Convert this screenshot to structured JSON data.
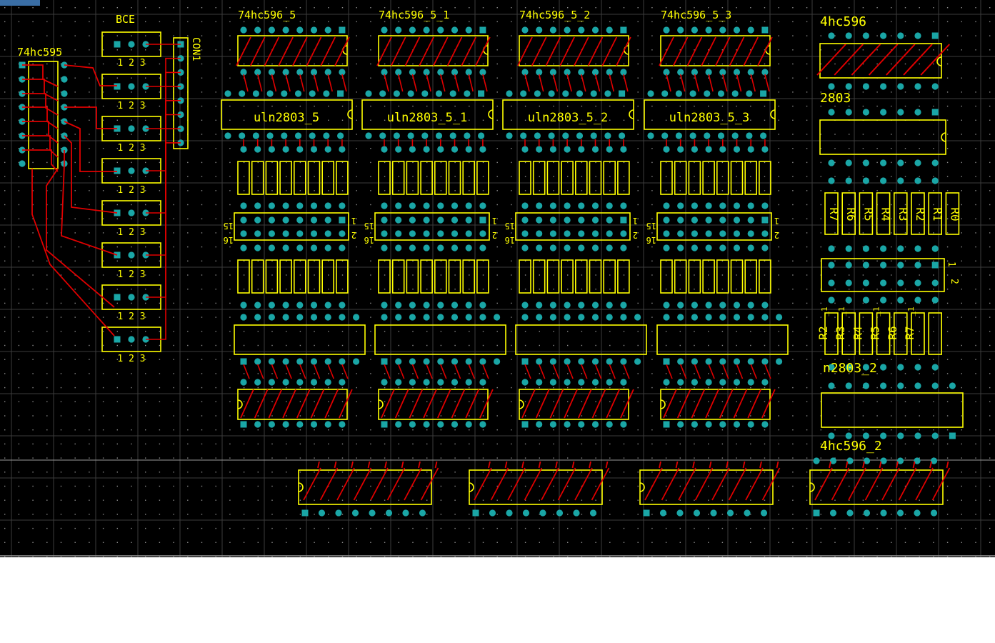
{
  "view": {
    "background": "#000000",
    "grid_color": "#3c3c3c",
    "dot_color": "#8a8a8a",
    "silkscreen_color": "#ffff00",
    "trace_color": "#e00000",
    "pad_color": "#1aa6a6",
    "highlight_color": "#3a6ea5"
  },
  "components": {
    "shift_register_main": "74hc595",
    "transistor_group": "BCE",
    "connector": "CON1",
    "pin_triplet": "1 2 3",
    "driver_ics": [
      "74hc596_5",
      "74hc596_5_1",
      "74hc596_5_2",
      "74hc596_5_3"
    ],
    "uln_ics": [
      "uln2803_5",
      "uln2803_5_1",
      "uln2803_5_2",
      "uln2803_5_3"
    ],
    "header_left_pins": [
      "15",
      "16"
    ],
    "header_right_pins": [
      "1",
      "2"
    ],
    "right_column": {
      "ic_top": "4hc596",
      "uln_top": "2803",
      "resistors_top": [
        "R7",
        "R6",
        "R5",
        "R4",
        "R3",
        "R2",
        "R1",
        "R0"
      ],
      "resistors_bottom": [
        "R2",
        "R3",
        "R4",
        "R5",
        "R6",
        "R7"
      ],
      "resistor_tags": [
        "_1",
        "_1",
        "_1",
        "_1"
      ],
      "header_pins": [
        "1",
        "2"
      ],
      "uln_bottom": "n2803_2",
      "ic_bottom": "4hc596_2"
    }
  }
}
